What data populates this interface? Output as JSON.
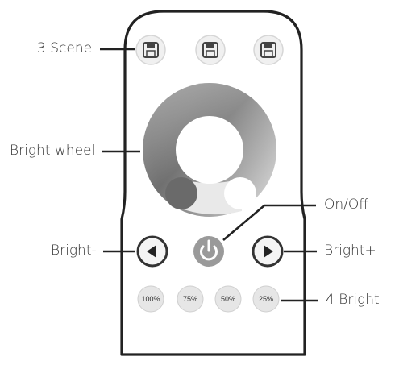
{
  "callouts": {
    "scene": "3 Scene",
    "wheel": "Bright wheel",
    "onoff": "On/Off",
    "bright_minus": "Bright-",
    "bright_plus": "Bright+",
    "four_bright": "4 Bright"
  },
  "brightness_buttons": [
    "100%",
    "75%",
    "50%",
    "25%"
  ],
  "icons": {
    "scene": "save-icon",
    "left": "arrow-left-icon",
    "right": "arrow-right-icon",
    "power": "power-icon"
  },
  "colors": {
    "outline": "#222222",
    "button_fill": "#e6e6e6",
    "power_fill": "#9a9a9a"
  }
}
